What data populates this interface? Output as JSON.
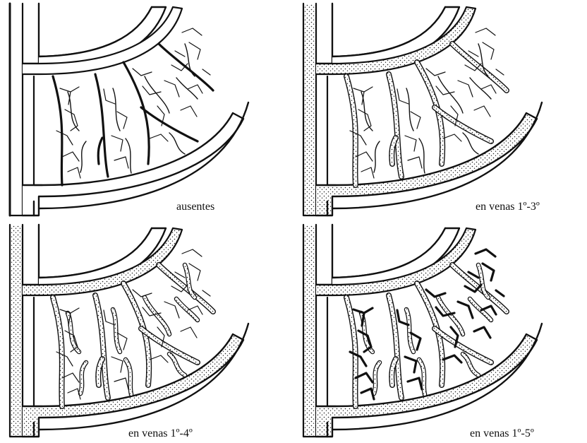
{
  "panels": [
    {
      "caption": "ausentes",
      "state": "absent"
    },
    {
      "caption": "en venas 1º-3º",
      "state": "veins-1-3"
    },
    {
      "caption": "en venas 1º-4º",
      "state": "veins-1-4"
    },
    {
      "caption": "en venas 1º-5º",
      "state": "veins-1-5"
    }
  ]
}
